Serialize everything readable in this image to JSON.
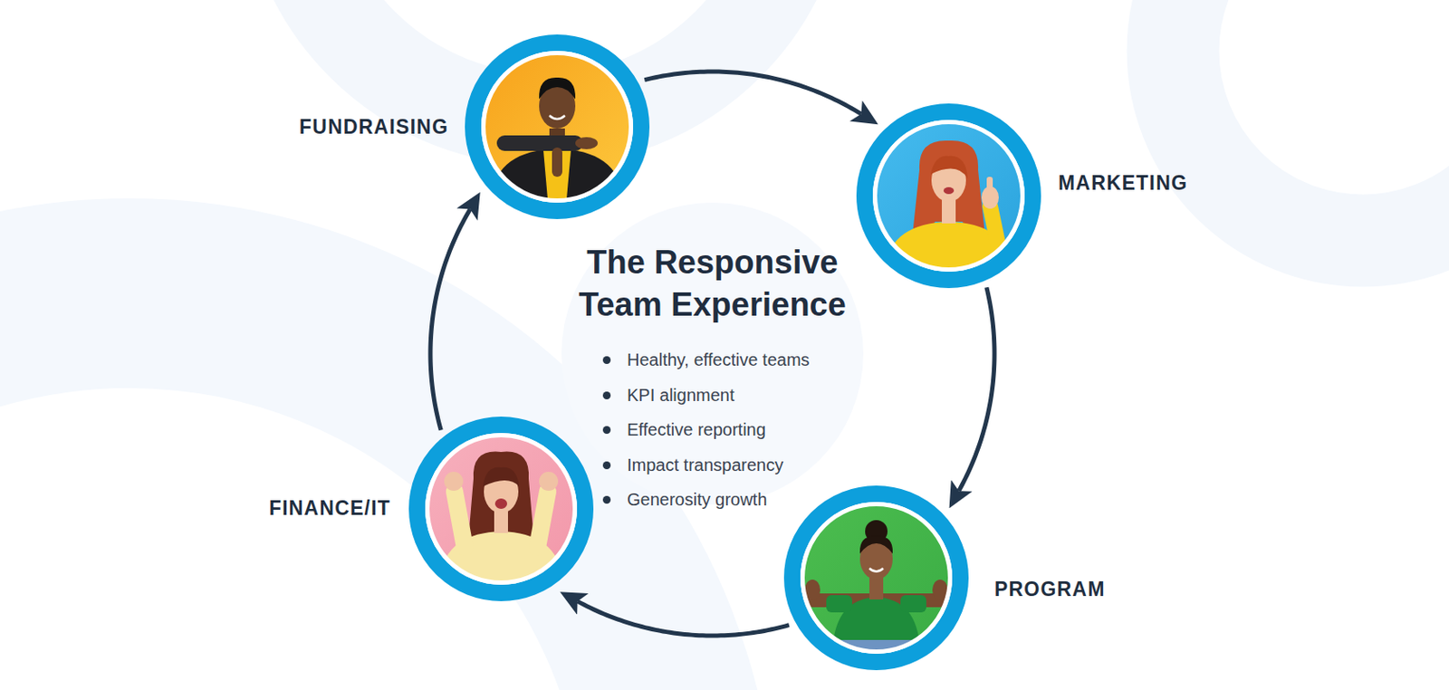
{
  "diagram": {
    "title": "The Responsive Team Experience",
    "nodes": [
      {
        "text": [
          "FUNDRAISING"
        ]
      },
      {
        "text": [
          "MARKETING"
        ]
      },
      {
        "text": [
          "PROGRAM"
        ]
      },
      {
        "text": [
          "FINANCE/IT"
        ]
      }
    ],
    "edges": [
      {
        "from": 0,
        "to": 1,
        "arrow": "to"
      },
      {
        "from": 1,
        "to": 2,
        "arrow": "to"
      },
      {
        "from": 2,
        "to": 3,
        "arrow": "to"
      },
      {
        "from": 3,
        "to": 0,
        "arrow": "to"
      }
    ],
    "labels": [
      "Healthy, effective teams",
      "KPI alignment",
      "Effective reporting",
      "Impact transparency",
      "Generosity growth"
    ]
  }
}
